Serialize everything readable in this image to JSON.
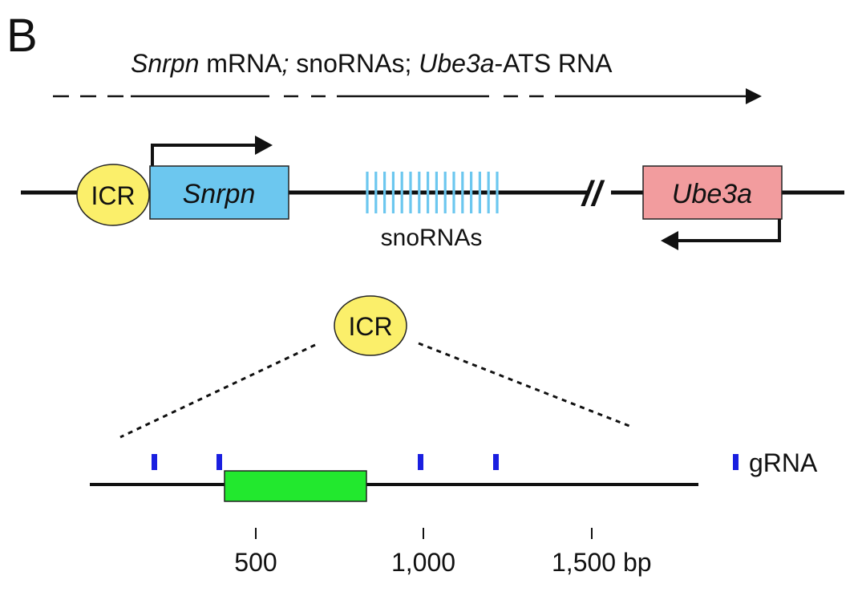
{
  "panel_label": "B",
  "transcript": {
    "part1_italic": "Snrpn",
    "part2": " mRNA",
    "part3_italic": ";",
    "part4": " snoRNAs; ",
    "part5_italic": "Ube3a",
    "part6": "-ATS RNA"
  },
  "locus": {
    "icr_label": "ICR",
    "snrpn_label": "Snrpn",
    "snorna_label": "snoRNAs",
    "break_label": "//",
    "ube3a_label": "Ube3a"
  },
  "zoom": {
    "icr_label": "ICR",
    "legend_label": "gRNA",
    "ticks": [
      "500",
      "1,000",
      "1,500 bp"
    ]
  },
  "colors": {
    "icr_fill": "#fbef6a",
    "snrpn_fill": "#6cc7ef",
    "snorna_stripe": "#6cc7ef",
    "ube3a_fill": "#f29c9e",
    "element_fill": "#22e82e",
    "grna_mark": "#1a1fe0",
    "line": "#111111"
  }
}
